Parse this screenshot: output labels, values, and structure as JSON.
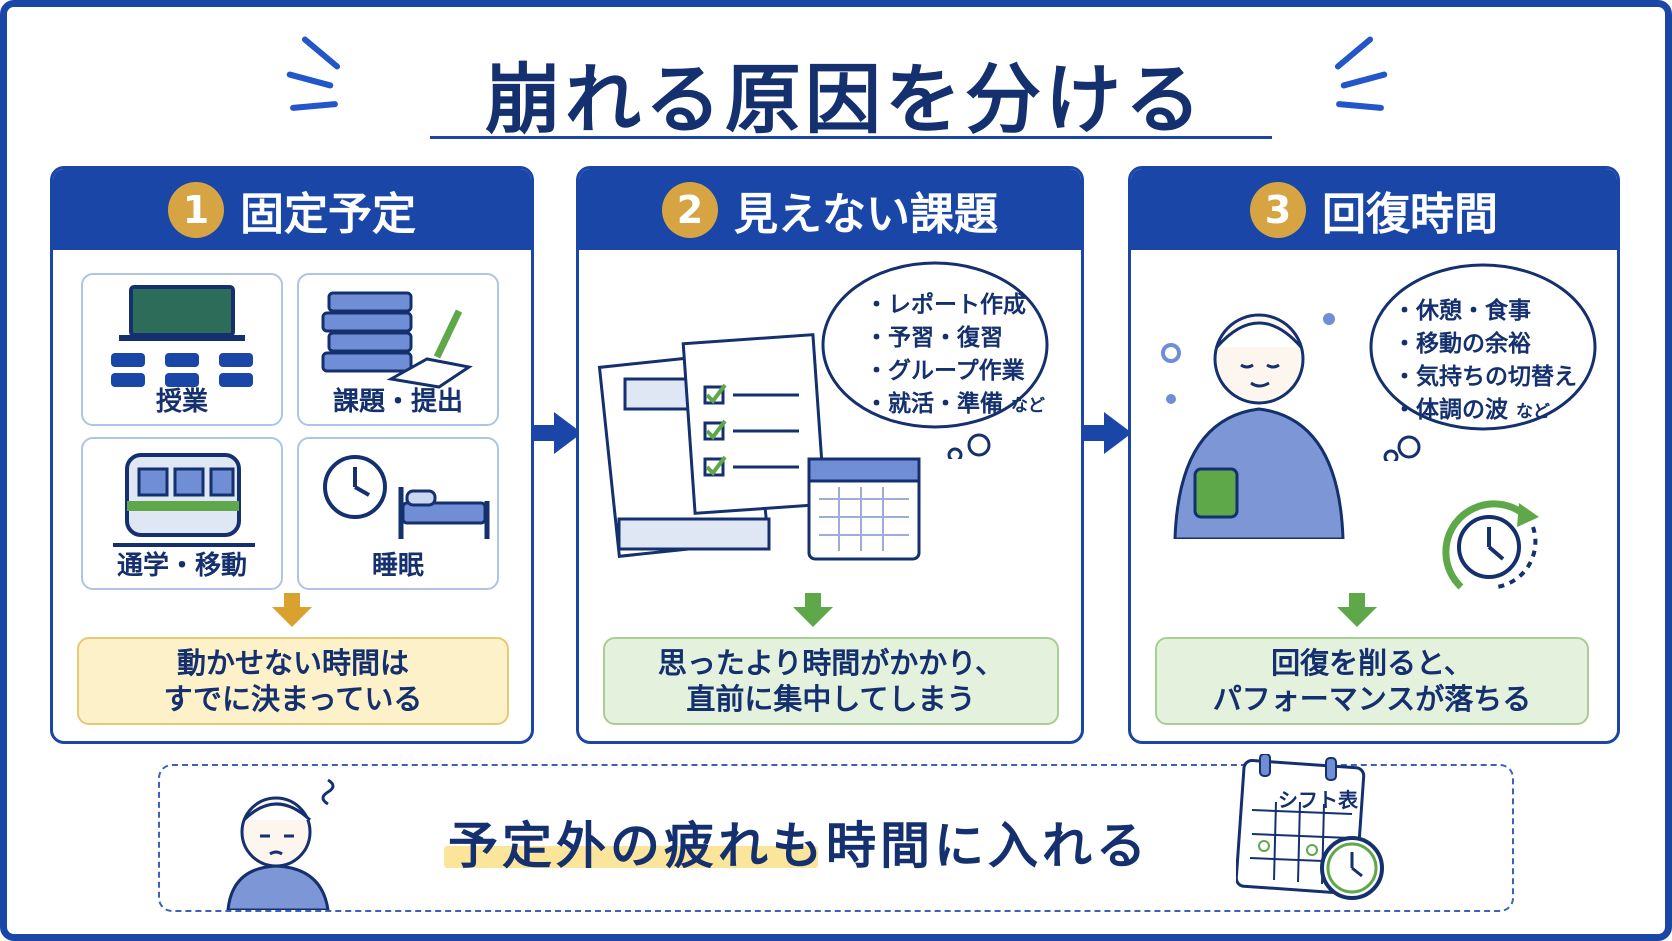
{
  "title": "崩れる原因を分ける",
  "panels": [
    {
      "number": "1",
      "heading": "固定予定",
      "tiles": [
        "授業",
        "課題・提出",
        "通学・移動",
        "睡眠"
      ],
      "conclusion": [
        "動かせない時間は",
        "すでに決まっている"
      ]
    },
    {
      "number": "2",
      "heading": "見えない課題",
      "bubble": [
        "・レポート作成",
        "・予習・復習",
        "・グループ作業",
        "・就活・準備"
      ],
      "bubble_suffix": "など",
      "conclusion": [
        "思ったより時間がかかり、",
        "直前に集中してしまう"
      ]
    },
    {
      "number": "3",
      "heading": "回復時間",
      "bubble": [
        "・休憩・食事",
        "・移動の余裕",
        "・気持ちの切替え",
        "・体調の波"
      ],
      "bubble_suffix": "など",
      "conclusion": [
        "回復を削ると、",
        "パフォーマンスが落ちる"
      ]
    }
  ],
  "bottom_message": "予定外の疲れも時間に入れる",
  "shift_sheet_label": "シフト表",
  "colors": {
    "primary": "#1a46a8",
    "gold": "#d7a444",
    "yellow_bg": "#fdf1c9",
    "green_bg": "#e4f1dd",
    "arrow_green": "#5fa84a",
    "arrow_gold": "#d9a22e"
  }
}
